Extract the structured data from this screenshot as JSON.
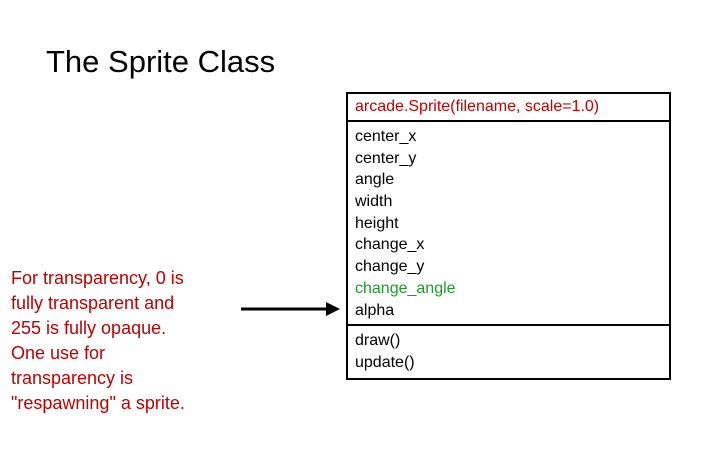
{
  "title": "The Sprite Class",
  "note_lines": [
    "For transparency, 0 is",
    "fully transparent and",
    "255 is fully opaque.",
    "One use for",
    "transparency is",
    "\"respawning\" a sprite."
  ],
  "class_box": {
    "constructor": "arcade.Sprite(filename, scale=1.0)",
    "attributes": [
      {
        "label": "center_x",
        "color": "#000000"
      },
      {
        "label": "center_y",
        "color": "#000000"
      },
      {
        "label": "angle",
        "color": "#000000"
      },
      {
        "label": "width",
        "color": "#000000"
      },
      {
        "label": "height",
        "color": "#000000"
      },
      {
        "label": "change_x",
        "color": "#000000"
      },
      {
        "label": "change_y",
        "color": "#000000"
      },
      {
        "label": "change_angle",
        "color": "#1a9a2a"
      },
      {
        "label": "alpha",
        "color": "#000000"
      }
    ],
    "methods": [
      "draw()",
      "update()"
    ]
  },
  "colors": {
    "note": "#c00000",
    "constructor": "#c00000",
    "highlight": "#1a9a2a"
  }
}
